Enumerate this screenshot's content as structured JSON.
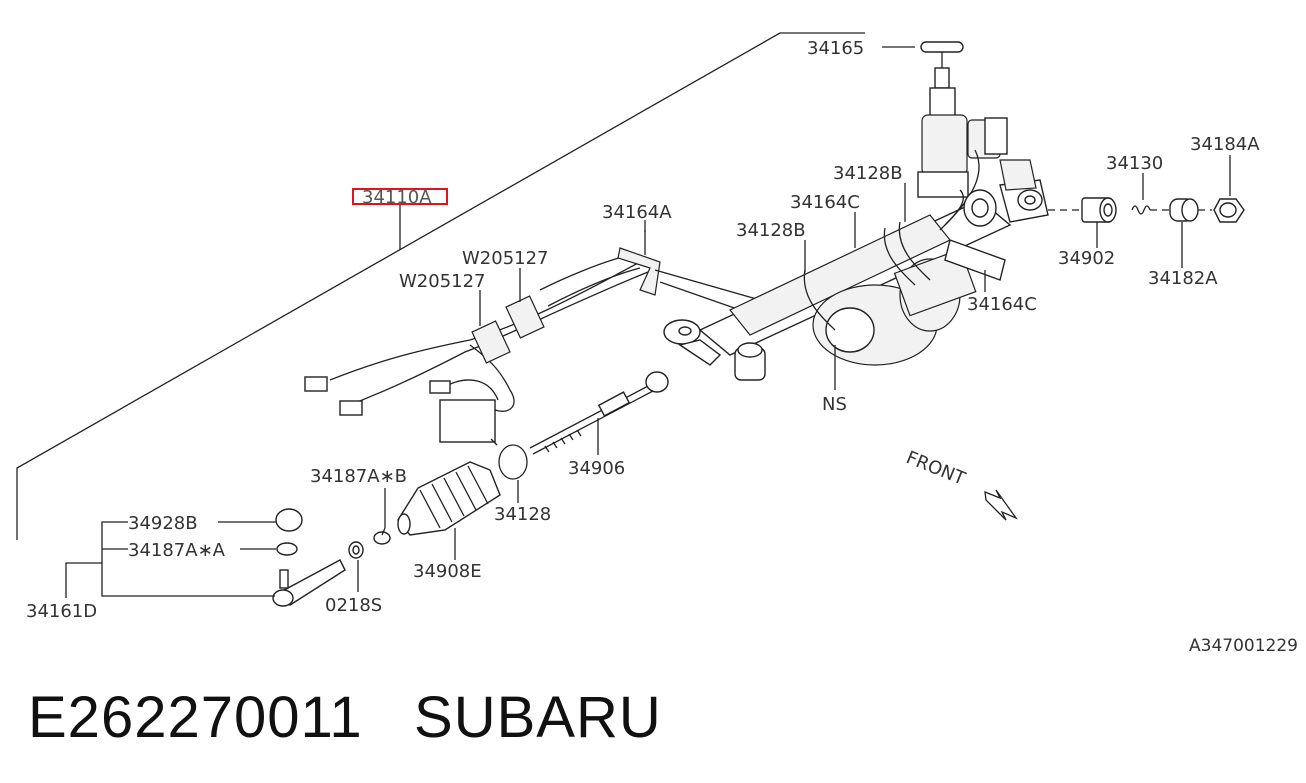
{
  "diagram": {
    "labels": {
      "p34165": "34165",
      "p34110A": "34110A",
      "p34164A": "34164A",
      "p34128B_top": "34128B",
      "p34164C_top": "34164C",
      "p34128B_mid": "34128B",
      "p34130": "34130",
      "p34184A": "34184A",
      "p34902": "34902",
      "p34182A": "34182A",
      "p34164C_right": "34164C",
      "pW205127_a": "W205127",
      "pW205127_b": "W205127",
      "pNS": "NS",
      "p34906": "34906",
      "p34187A_B": "34187A∗B",
      "p34128": "34128",
      "p34928B": "34928B",
      "p34187A_A": "34187A∗A",
      "p34908E": "34908E",
      "p34161D": "34161D",
      "p0218S": "0218S",
      "front": "FRONT"
    },
    "diagram_code": "A347001229",
    "highlight_color": "#e0141e"
  },
  "footer": {
    "part_number": "E262270011",
    "brand": "SUBARU"
  }
}
